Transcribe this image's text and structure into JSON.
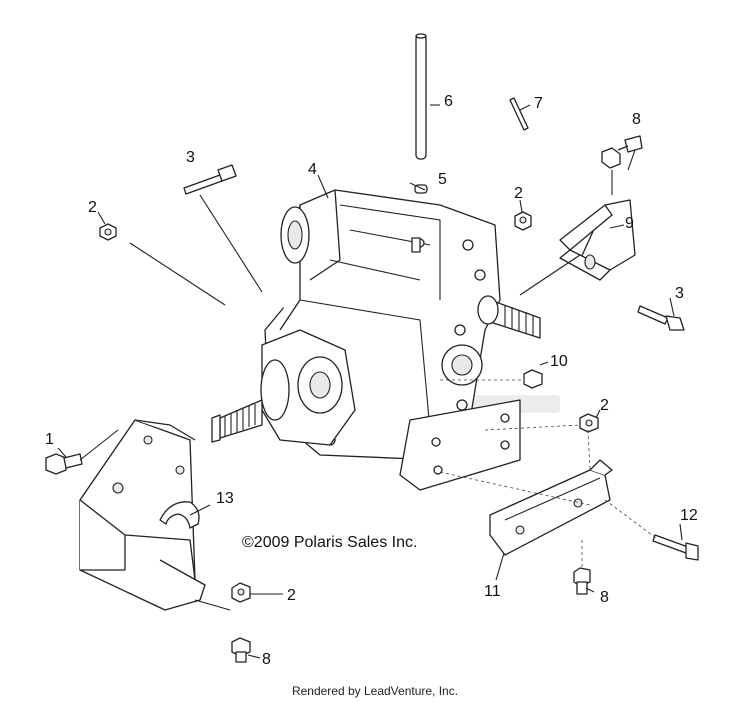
{
  "callouts": {
    "c1": "1",
    "c2a": "2",
    "c2b": "2",
    "c2c": "2",
    "c2d": "2",
    "c3a": "3",
    "c3b": "3",
    "c4": "4",
    "c5": "5",
    "c6": "6",
    "c7": "7",
    "c8a": "8",
    "c8b": "8",
    "c8c": "8",
    "c9": "9",
    "c10": "10",
    "c11": "11",
    "c12": "12",
    "c13": "13"
  },
  "copyright": "©2009 Polaris Sales Inc.",
  "footer": "Rendered by LeadVenture, Inc."
}
